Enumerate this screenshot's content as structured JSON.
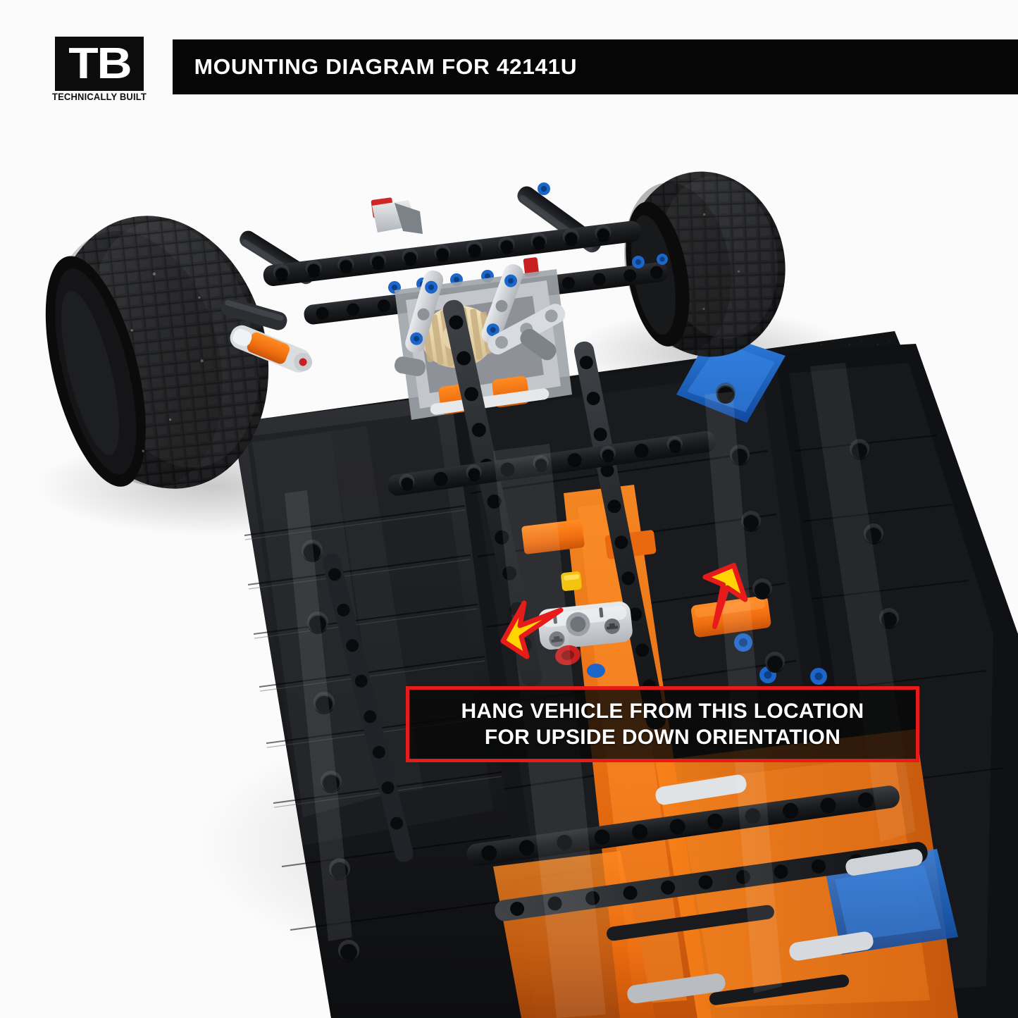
{
  "brand": {
    "mark": "TB",
    "tagline": "TECHNICALLY BUILT"
  },
  "header": {
    "title": "MOUNTING DIAGRAM FOR 42141U",
    "bar_color": "#060606",
    "text_color": "#ffffff"
  },
  "callout": {
    "line1": "HANG VEHICLE FROM THIS LOCATION",
    "line2": "FOR UPSIDE DOWN ORIENTATION",
    "border_color": "#e81b1b",
    "background_color": "rgba(8,8,8,0.80)",
    "text_color": "#ffffff"
  },
  "annotations": {
    "arrow_fill": "#ffd400",
    "arrow_stroke": "#e81b1b",
    "markers": [
      {
        "name": "left-pointer",
        "direction": "up-right",
        "target": "mounting-pin-left"
      },
      {
        "name": "right-pointer",
        "direction": "down-left",
        "target": "mounting-pin-right"
      }
    ]
  },
  "photo": {
    "subject": "LEGO Technic 42141 chassis underside",
    "background_color": "#fbfbfb",
    "palette": {
      "tire_black": "#1b1b1d",
      "beam_black": "#17181a",
      "dark_gray": "#3a3d41",
      "light_gray": "#b9bcc0",
      "white_part": "#e3e5e7",
      "orange": "#f07514",
      "blue_pin": "#1d66c9",
      "tan_gear": "#e8d5a8",
      "red_part": "#c62020",
      "yellow_part": "#f2c40d"
    }
  }
}
